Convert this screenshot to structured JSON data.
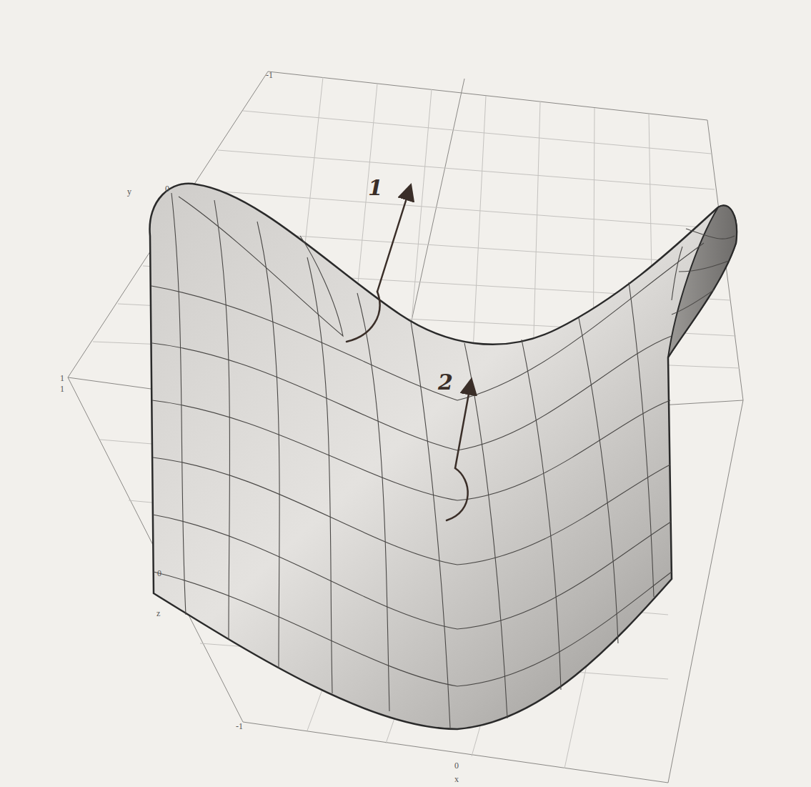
{
  "diagram": {
    "labels": [
      "-1",
      "y",
      "0",
      "1",
      "1",
      "0",
      "z",
      "-1",
      "0",
      "x",
      "1",
      "2"
    ]
  }
}
